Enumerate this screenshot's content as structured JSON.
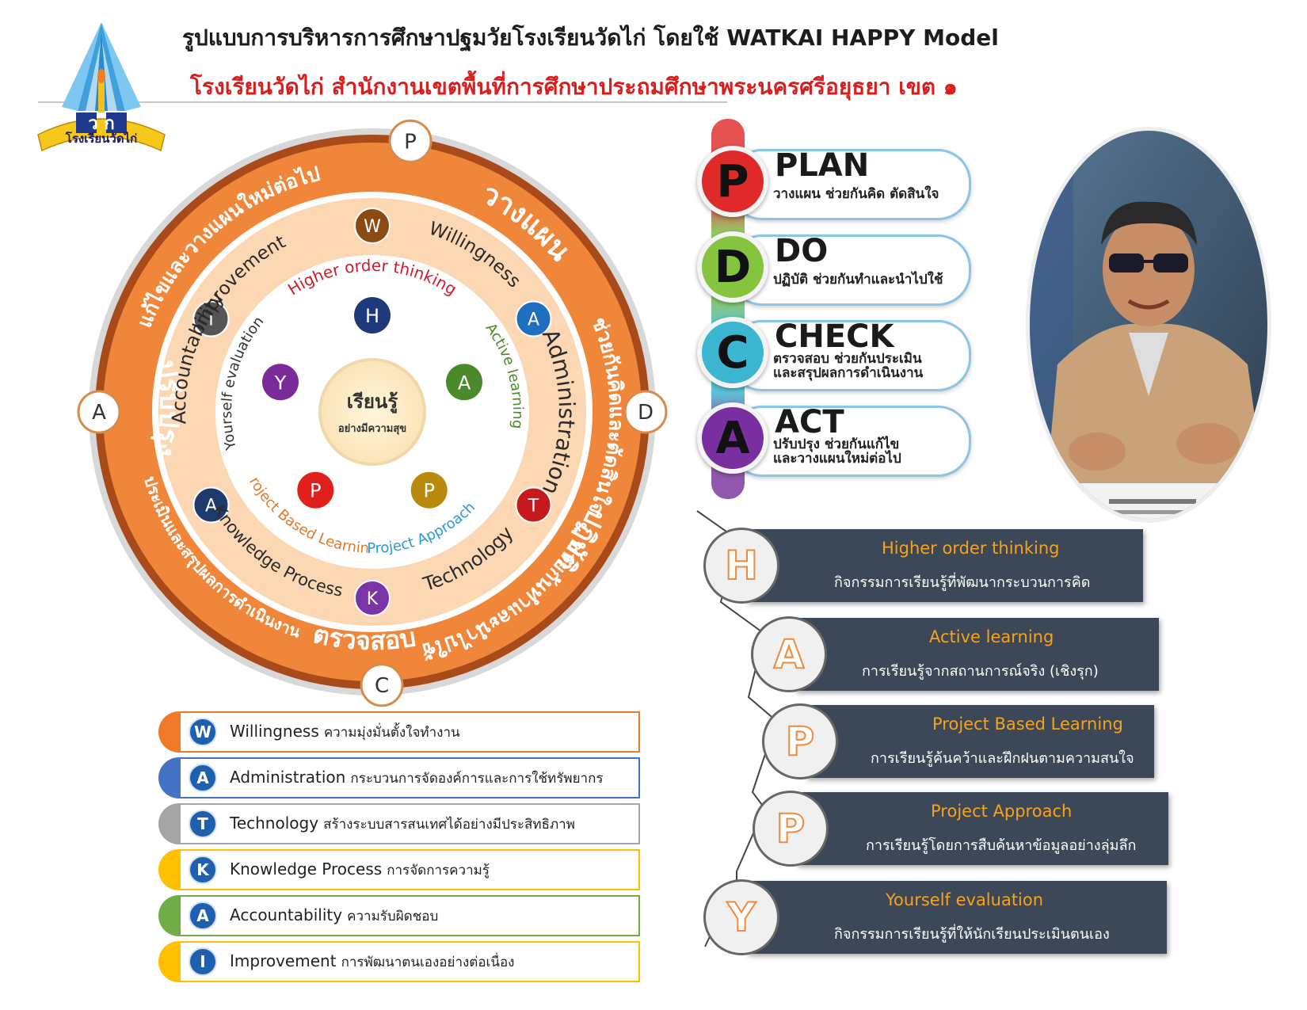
{
  "header": {
    "title": "รูปแบบการบริหารการศึกษาปฐมวัยโรงเรียนวัดไก่ โดยใช้ WATKAI HAPPY Model",
    "subtitle": "โรงเรียนวัดไก่ สำนักงานเขตพื้นที่การศึกษาประถมศึกษาพระนครศรีอยุธยา เขต ๑"
  },
  "logo": {
    "letters": "ว ก",
    "banner": "โรงเรียนวัดไก่"
  },
  "wheel": {
    "center_main": "เรียนรู้",
    "center_sub": "อย่างมีความสุข",
    "outer_letters": [
      "P",
      "D",
      "C",
      "A"
    ],
    "outer_thai": [
      "วางแผน",
      "ช่วยกันคิดและตัดสินใจ",
      "ปฏิบัติ",
      "ช่วยกันทำและนำไปใช้",
      "ตรวจสอบ",
      "ประเมินและสรุปผลการดำเนินงาน",
      "ปรับปรุง",
      "แก้ไขและวางแผนใหม่ต่อไป"
    ],
    "middle": [
      {
        "letter": "W",
        "label": "Willingness",
        "color": "#8a4a12"
      },
      {
        "letter": "A",
        "label": "Administration",
        "color": "#1f6fc0"
      },
      {
        "letter": "T",
        "label": "Technology",
        "color": "#c8191d"
      },
      {
        "letter": "K",
        "label": "Knowledge Process",
        "color": "#7b34a8"
      },
      {
        "letter": "A",
        "label": "Accountability",
        "color": "#1e3a6e"
      },
      {
        "letter": "I",
        "label": "Improvement",
        "color": "#555555"
      }
    ],
    "inner": [
      {
        "letter": "H",
        "label": "Higher order thinking",
        "color": "#1f3a7a",
        "label_color": "#d01c2a"
      },
      {
        "letter": "A",
        "label": "Active learning",
        "color": "#4a8a2a",
        "label_color": "#4a8a2a"
      },
      {
        "letter": "P",
        "label": "Project Approach",
        "color": "#b88a10",
        "label_color": "#2a9ad6"
      },
      {
        "letter": "P",
        "label": "Project Based Learning",
        "color": "#e0201c",
        "label_color": "#e07a2a"
      },
      {
        "letter": "Y",
        "label": "Yourself evaluation",
        "color": "#7b2a9a",
        "label_color": "#333333"
      }
    ]
  },
  "pdca": [
    {
      "letter": "P",
      "title": "PLAN",
      "desc1": "วางแผน ช่วยกันคิด ตัดสินใจ",
      "desc2": "",
      "color": "#e02a2a"
    },
    {
      "letter": "D",
      "title": "DO",
      "desc1": "ปฏิบัติ ช่วยกันทำและนำไปใช้",
      "desc2": "",
      "color": "#86c440"
    },
    {
      "letter": "C",
      "title": "CHECK",
      "desc1": "ตรวจสอบ ช่วยกันประเมิน",
      "desc2": "และสรุปผลการดำเนินงาน",
      "color": "#3cb6d0"
    },
    {
      "letter": "A",
      "title": "ACT",
      "desc1": "ปรับปรุง ช่วยกันแก้ไข",
      "desc2": "และวางแผนใหม่ต่อไป",
      "color": "#7a2fa0"
    }
  ],
  "photo": {
    "nameplate": ""
  },
  "happy": [
    {
      "letter": "H",
      "en": "Higher order thinking",
      "th": "กิจกรรมการเรียนรู้ที่พัฒนากระบวนการคิด"
    },
    {
      "letter": "A",
      "en": "Active learning",
      "th": "การเรียนรู้จากสถานการณ์จริง (เชิงรุก)"
    },
    {
      "letter": "P",
      "en": "Project Based Learning",
      "th": "การเรียนรู้ค้นคว้าและฝึกฝนตามความสนใจ"
    },
    {
      "letter": "P",
      "en": "Project Approach",
      "th": "การเรียนรู้โดยการสืบค้นหาข้อมูลอย่างลุ่มลึก"
    },
    {
      "letter": "Y",
      "en": "Yourself evaluation",
      "th": "กิจกรรมการเรียนรู้ที่ให้นักเรียนประเมินตนเอง"
    }
  ],
  "watkai": [
    {
      "letter": "W",
      "key": "Willingness",
      "desc": "ความมุ่งมั่นตั้งใจทำงาน",
      "color": "#f07a2a"
    },
    {
      "letter": "A",
      "key": "Administration",
      "desc": "กระบวนการจัดองค์การและการใช้ทรัพยากร",
      "color": "#4472c4"
    },
    {
      "letter": "T",
      "key": "Technology",
      "desc": "สร้างระบบสารสนเทศได้อย่างมีประสิทธิภาพ",
      "color": "#a5a5a5"
    },
    {
      "letter": "K",
      "key": "Knowledge Process",
      "desc": "การจัดการความรู้",
      "color": "#ffc000"
    },
    {
      "letter": "A",
      "key": "Accountability",
      "desc": "ความรับผิดชอบ",
      "color": "#70ad47"
    },
    {
      "letter": "I",
      "key": "Improvement",
      "desc": "การพัฒนาตนเองอย่างต่อเนื่อง",
      "color": "#ffc000"
    }
  ]
}
